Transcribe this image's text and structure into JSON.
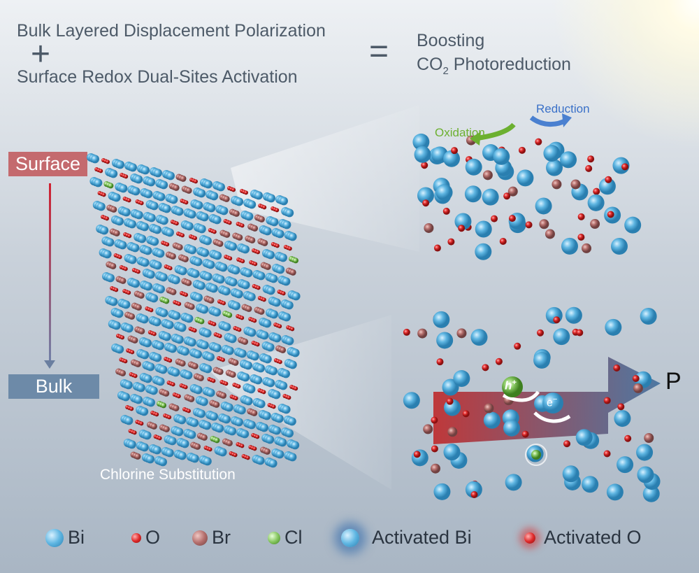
{
  "header": {
    "line1": "Bulk Layered Displacement Polarization",
    "plus": "+",
    "line2": "Surface Redox Dual-Sites Activation",
    "equals": "=",
    "result_line1": "Boosting",
    "result_co": "CO",
    "result_sub": "2",
    "result_rest": " Photoreduction"
  },
  "labels": {
    "surface": "Surface",
    "bulk": "Bulk",
    "chlorine": "Chlorine Substitution",
    "reduction": "Reduction",
    "oxidation": "Oxidation",
    "polarization": "P",
    "hole": "h",
    "hole_sup": "+",
    "electron": "e",
    "electron_sup": "−"
  },
  "legend": [
    {
      "label": "Bi",
      "color": "#5fb6e2"
    },
    {
      "label": "O",
      "color": "#e02a2a"
    },
    {
      "label": "Br",
      "color": "#b46e6c"
    },
    {
      "label": "Cl",
      "color": "#86c660"
    },
    {
      "label": "Activated Bi",
      "color": "#5fb6e2"
    },
    {
      "label": "Activated O",
      "color": "#e02a2a"
    }
  ]
}
